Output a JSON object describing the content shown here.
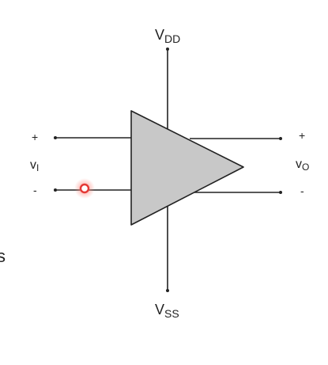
{
  "supply": {
    "top_main": "V",
    "top_sub": "DD",
    "bottom_main": "V",
    "bottom_sub": "SS"
  },
  "input": {
    "plus": "+",
    "minus": "-",
    "main": "v",
    "sub": "I"
  },
  "output": {
    "plus": "+",
    "minus": "-",
    "main": "v",
    "sub": "O"
  },
  "edge_glyph": "s",
  "colors": {
    "amplifier_fill": "#c8c8c8",
    "wire": "#222222",
    "cursor_ring": "#e53935",
    "cursor_glow": "#ff8a80"
  }
}
